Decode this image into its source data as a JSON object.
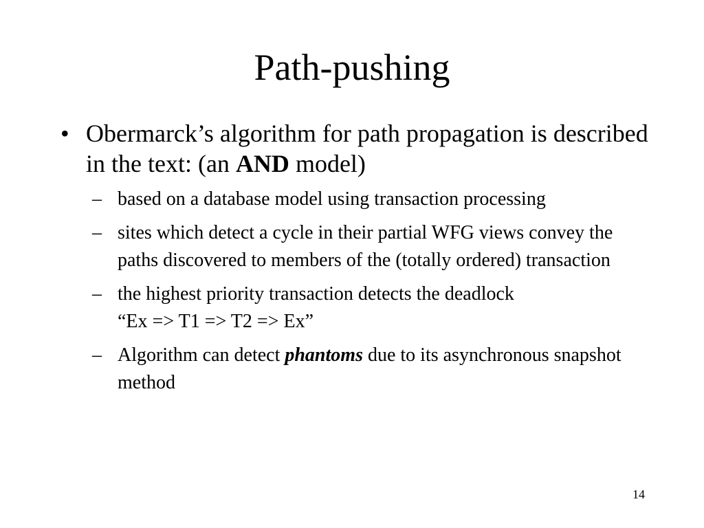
{
  "slide": {
    "title": "Path-pushing",
    "bullet": {
      "marker": "•",
      "text_before": "Obermarck’s algorithm for path propagation is described in the text: (an ",
      "emphasis": "AND",
      "text_after": " model)"
    },
    "sub_marker": "–",
    "sub_items": [
      {
        "text": "based on a database model using transaction processing"
      },
      {
        "text": "sites which detect a cycle in their partial WFG views convey the paths discovered to members of the (totally ordered) transaction"
      },
      {
        "line1": "the highest priority transaction detects the deadlock",
        "line2": "“Ex => T1 => T2 => Ex”"
      },
      {
        "text_before": "Algorithm can detect ",
        "emphasis": "phantoms",
        "text_after": " due to its asynchronous snapshot method"
      }
    ],
    "page_number": "14"
  }
}
